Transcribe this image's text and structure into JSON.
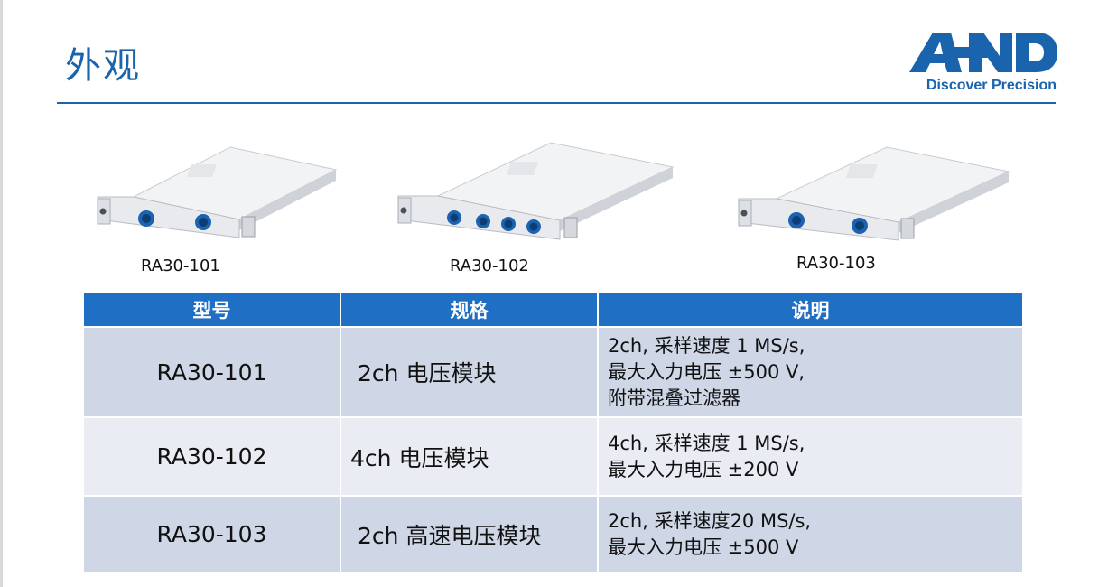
{
  "header": {
    "title": "外观",
    "logo_mark": "A&D",
    "logo_tagline": "Discover Precision"
  },
  "products": [
    {
      "label": "RA30-101",
      "channels": 2
    },
    {
      "label": "RA30-102",
      "channels": 4
    },
    {
      "label": "RA30-103",
      "channels": 2
    }
  ],
  "table": {
    "headers": [
      "型号",
      "规格",
      "说明"
    ],
    "rows": [
      {
        "model": "RA30-101",
        "spec": "2ch 电压模块",
        "notes": [
          "2ch, 采样速度 1 MS/s,",
          "最大入力电压 ±500 V,",
          "附带混叠过滤器"
        ]
      },
      {
        "model": "RA30-102",
        "spec": "4ch 电压模块",
        "notes": [
          "4ch, 采样速度 1 MS/s,",
          "最大入力电压 ±200 V"
        ]
      },
      {
        "model": "RA30-103",
        "spec": "2ch 高速电压模块",
        "notes": [
          "2ch, 采样速度20 MS/s,",
          "最大入力电压 ±500 V"
        ]
      }
    ]
  },
  "colors": {
    "brand_blue": "#1a63ad",
    "header_blue": "#1f6fc5",
    "row_dark": "#cfd6e6",
    "row_light": "#e9ecf3"
  }
}
